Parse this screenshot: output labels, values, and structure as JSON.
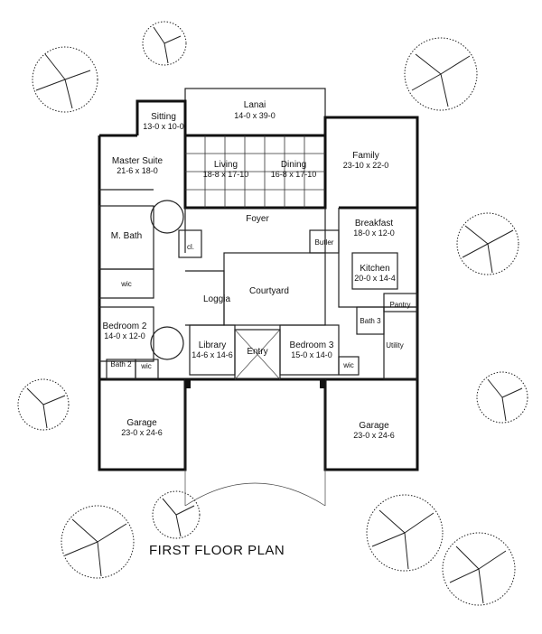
{
  "plan_title": "FIRST FLOOR PLAN",
  "rooms": {
    "lanai": {
      "name": "Lanai",
      "size": "14-0 x 39-0"
    },
    "sitting": {
      "name": "Sitting",
      "size": "13-0 x 10-0"
    },
    "master_suite": {
      "name": "Master Suite",
      "size": "21-6 x 18-0"
    },
    "living": {
      "name": "Living",
      "size": "18-8 x 17-10"
    },
    "dining": {
      "name": "Dining",
      "size": "16-8 x 17-10"
    },
    "family": {
      "name": "Family",
      "size": "23-10 x 22-0"
    },
    "foyer": {
      "name": "Foyer"
    },
    "breakfast": {
      "name": "Breakfast",
      "size": "18-0 x 12-0"
    },
    "m_bath": {
      "name": "M. Bath"
    },
    "butler": {
      "name": "Butler"
    },
    "kitchen": {
      "name": "Kitchen",
      "size": "20-0 x 14-4"
    },
    "cl": {
      "name": "cl."
    },
    "loggia": {
      "name": "Loggia"
    },
    "courtyard": {
      "name": "Courtyard"
    },
    "wic_master": {
      "name": "wic"
    },
    "pantry": {
      "name": "Pantry"
    },
    "bedroom2": {
      "name": "Bedroom 2",
      "size": "14-0 x 12-0"
    },
    "bath3": {
      "name": "Bath 3"
    },
    "library": {
      "name": "Library",
      "size": "14-6 x 14-6"
    },
    "entry": {
      "name": "Entry"
    },
    "bedroom3": {
      "name": "Bedroom 3",
      "size": "15-0 x 14-0"
    },
    "utility": {
      "name": "Utility"
    },
    "bath2": {
      "name": "Bath 2"
    },
    "wic_bed2": {
      "name": "wic"
    },
    "wic_bed3": {
      "name": "wic"
    },
    "garage_left": {
      "name": "Garage",
      "size": "23-0 x 24-6"
    },
    "garage_right": {
      "name": "Garage",
      "size": "23-0 x 24-6"
    }
  }
}
